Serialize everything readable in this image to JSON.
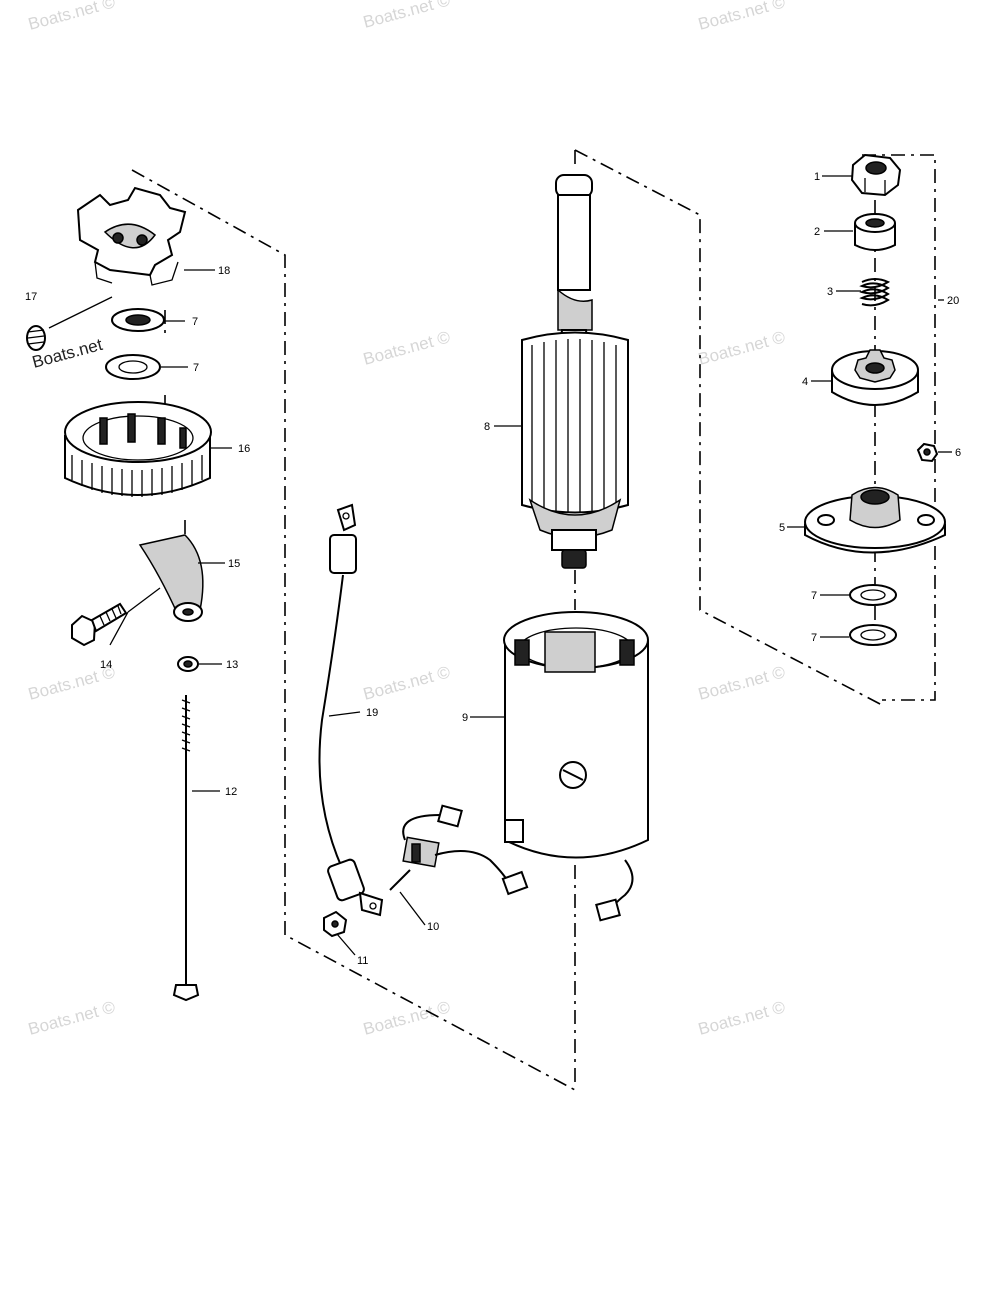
{
  "diagram": {
    "callouts": {
      "c1": "1",
      "c2": "2",
      "c3": "3",
      "c4": "4",
      "c5": "5",
      "c6": "6",
      "c7a": "7",
      "c7b": "7",
      "c7c": "7",
      "c7d": "7",
      "c8": "8",
      "c9": "9",
      "c10": "10",
      "c11": "11",
      "c12": "12",
      "c13": "13",
      "c14": "14",
      "c15": "15",
      "c16": "16",
      "c17": "17",
      "c18": "18",
      "c19": "19",
      "c20": "20"
    },
    "watermark": "Boats.net ©",
    "watermark_dark": "Boats.net"
  }
}
